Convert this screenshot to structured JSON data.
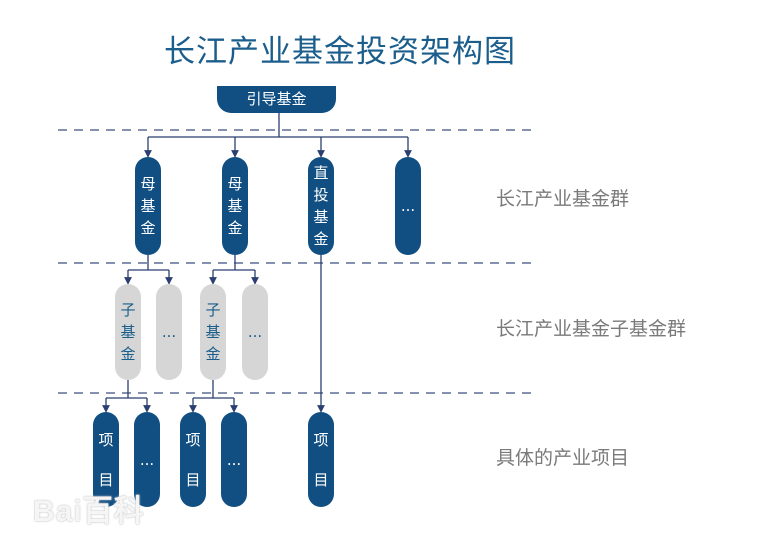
{
  "title": "长江产业基金投资架构图",
  "colors": {
    "primary": "#114f82",
    "title": "#1b5e8c",
    "secondary_fill": "#d6d6d6",
    "label": "#7a7a7a",
    "dash": "#5a6a96"
  },
  "root": {
    "label": "引导基金"
  },
  "tier1": [
    {
      "label": "母基金",
      "chars": [
        "母",
        "基",
        "金"
      ]
    },
    {
      "label": "母基金",
      "chars": [
        "母",
        "基",
        "金"
      ]
    },
    {
      "label": "直投基金",
      "chars": [
        "直",
        "投",
        "基",
        "金"
      ]
    },
    {
      "label": "...",
      "chars": [
        "..."
      ]
    }
  ],
  "tier2": [
    {
      "label": "子基金",
      "chars": [
        "子",
        "基",
        "金"
      ]
    },
    {
      "label": "...",
      "chars": [
        "..."
      ]
    },
    {
      "label": "子基金",
      "chars": [
        "子",
        "基",
        "金"
      ]
    },
    {
      "label": "...",
      "chars": [
        "..."
      ]
    }
  ],
  "tier3": [
    {
      "label": "项目",
      "chars": [
        "项",
        "目"
      ]
    },
    {
      "label": "...",
      "chars": [
        "..."
      ]
    },
    {
      "label": "项目",
      "chars": [
        "项",
        "目"
      ]
    },
    {
      "label": "...",
      "chars": [
        "..."
      ]
    },
    {
      "label": "项目",
      "chars": [
        "项",
        "目"
      ]
    }
  ],
  "tier_labels": [
    "长江产业基金群",
    "长江产业基金子基金群",
    "具体的产业项目"
  ],
  "watermark": "Bai百科"
}
